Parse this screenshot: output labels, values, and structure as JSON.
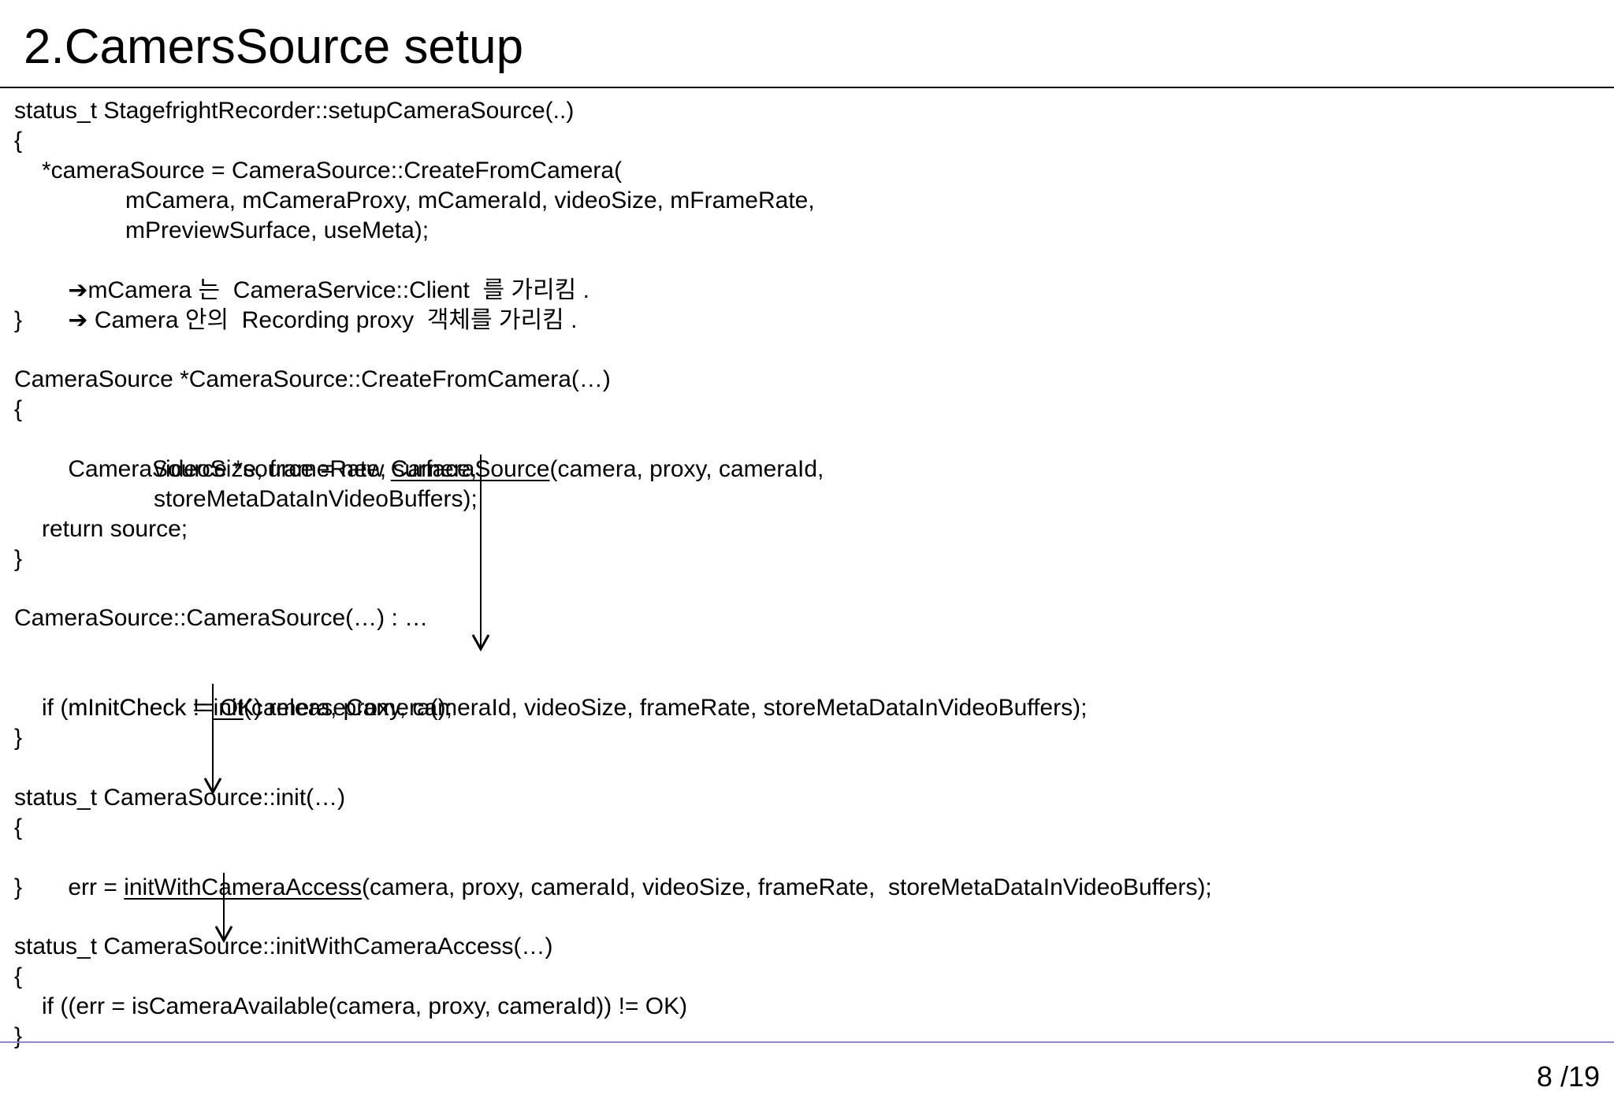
{
  "slide": {
    "title": "2.CamersSource setup",
    "page_number": "8 /19"
  },
  "code": {
    "l1": "status_t StagefrightRecorder::setupCameraSource(..)",
    "l2": "{",
    "l3": "*cameraSource = CameraSource::CreateFromCamera(",
    "l4": "mCamera, mCameraProxy, mCameraId, videoSize, mFrameRate,",
    "l5": "mPreviewSurface, useMeta);",
    "l6_arrow": "➔",
    "l6": "mCamera 는  CameraService::Client  를 가리킴 .",
    "l7_arrow": "➔",
    "l7": " Camera 안의  Recording proxy  객체를 가리킴 .",
    "l8": "}",
    "l10": "CameraSource *CameraSource::CreateFromCamera(…)",
    "l11": "{",
    "l12_pre": "CameraSource *source = new ",
    "l12_link": "CameraSource",
    "l12_post": "(camera, proxy, cameraId,",
    "l13": "videoSize, frameRate, surface,",
    "l14": "storeMetaDataInVideoBuffers);",
    "l15": "return source;",
    "l16": "}",
    "l18": "CameraSource::CameraSource(…) : …",
    "l20_pre": "mInitCheck = ",
    "l20_link": "init",
    "l20_post": "(camera, proxy, cameraId, videoSize, frameRate, storeMetaDataInVideoBuffers);",
    "l21": "if (mInitCheck != OK) releaseCamera();",
    "l22": "}",
    "l24": "status_t CameraSource::init(…)",
    "l25": "{",
    "l26_pre": "err = ",
    "l26_link": "initWithCameraAccess",
    "l26_post": "(camera, proxy, cameraId, videoSize, frameRate,  storeMetaDataInVideoBuffers);",
    "l27": "}",
    "l29": "status_t CameraSource::initWithCameraAccess(…)",
    "l30": "{",
    "l31": "if ((err = isCameraAvailable(camera, proxy, cameraId)) != OK)",
    "l32": "}"
  }
}
